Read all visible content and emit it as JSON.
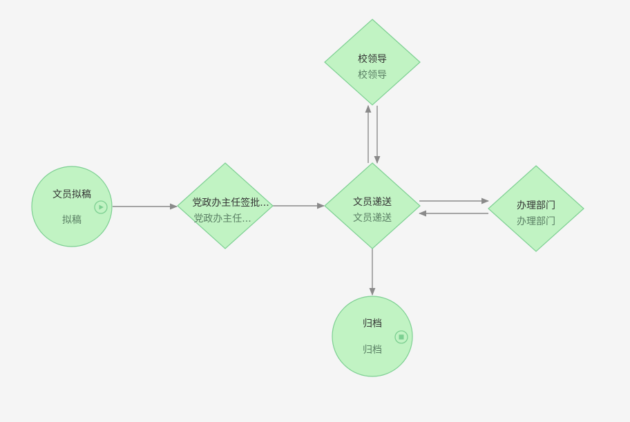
{
  "diagram": {
    "nodes": {
      "start": {
        "title": "文员拟稿",
        "role": "拟稿",
        "marker_icon": "play-icon"
      },
      "office_director": {
        "title": "党政办主任签批...",
        "role": "党政办主任..."
      },
      "clerk_delivery": {
        "title": "文员递送",
        "role": "文员递送"
      },
      "school_leader": {
        "title": "校领导",
        "role": "校领导"
      },
      "handling_department": {
        "title": "办理部门",
        "role": "办理部门"
      },
      "archive": {
        "title": "归档",
        "role": "归档",
        "marker_icon": "stop-icon"
      }
    },
    "colors": {
      "node_fill": "#c1f3c3",
      "node_stroke": "#7ccf91",
      "edge": "#8a8a8a",
      "background": "#f5f5f5"
    }
  }
}
